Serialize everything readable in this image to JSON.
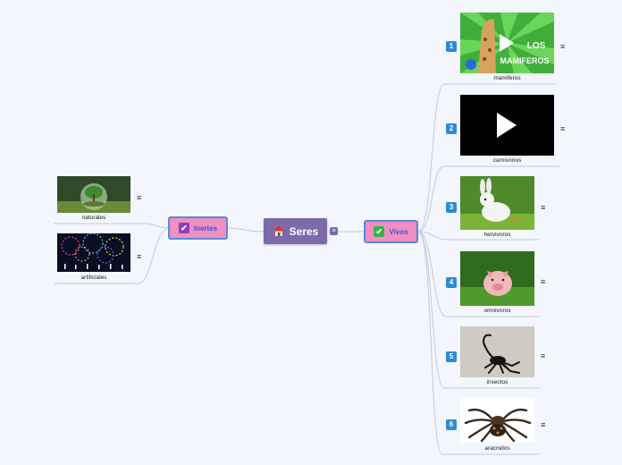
{
  "central": {
    "label": "Seres",
    "icon": "house-icon",
    "color": "#7d6aa9"
  },
  "branches": {
    "inertes": {
      "label": "Inertes",
      "icon": "purple-check-icon",
      "children": [
        {
          "caption": "naturales",
          "image": "glass-sphere-tree-image"
        },
        {
          "caption": "artificiales",
          "image": "fireworks-image"
        }
      ]
    },
    "vivos": {
      "label": "Vivos",
      "icon": "green-check-icon",
      "children": [
        {
          "number": "1",
          "caption": "mamiferos",
          "image": "los-mamiferos-video",
          "overlay_line1": "LOS",
          "overlay_line2": "MAMIFEROS"
        },
        {
          "number": "2",
          "caption": "carnivorios",
          "image": "video-player"
        },
        {
          "number": "3",
          "caption": "hervivoros",
          "image": "rabbit-image"
        },
        {
          "number": "4",
          "caption": "omnivoros",
          "image": "piglet-image"
        },
        {
          "number": "5",
          "caption": "insectos",
          "image": "scorpion-image"
        },
        {
          "number": "6",
          "caption": "aracnidos",
          "image": "tarantula-image"
        }
      ]
    }
  },
  "note_icon": "notes-icon",
  "colors": {
    "line": "#c3cad8",
    "badge": "#2d8ad8",
    "main_topic": "#ef8fc2",
    "main_border": "#5b86da"
  }
}
